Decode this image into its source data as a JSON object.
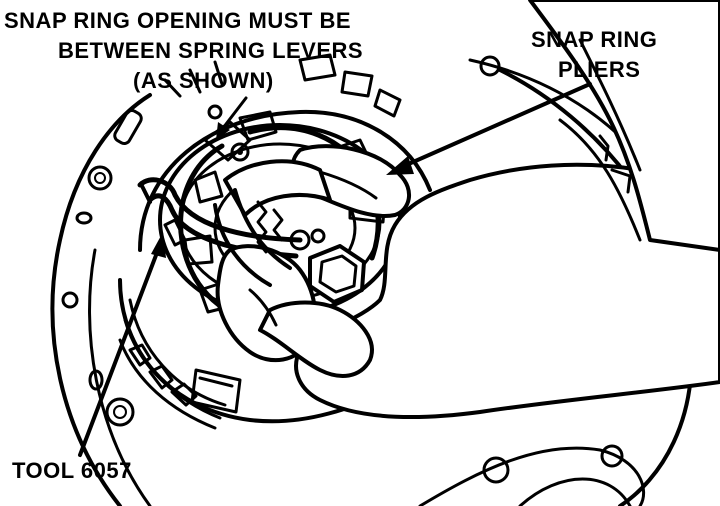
{
  "colors": {
    "ink": "#000000",
    "paper": "#ffffff"
  },
  "callouts": {
    "snap_ring_opening": {
      "line1": "SNAP RING OPENING MUST BE",
      "line2": "BETWEEN SPRING LEVERS",
      "line3": "(AS SHOWN)"
    },
    "snap_ring_pliers": {
      "line1": "SNAP RING",
      "line2": "PLIERS"
    },
    "tool": {
      "line1": "TOOL 6057"
    }
  }
}
